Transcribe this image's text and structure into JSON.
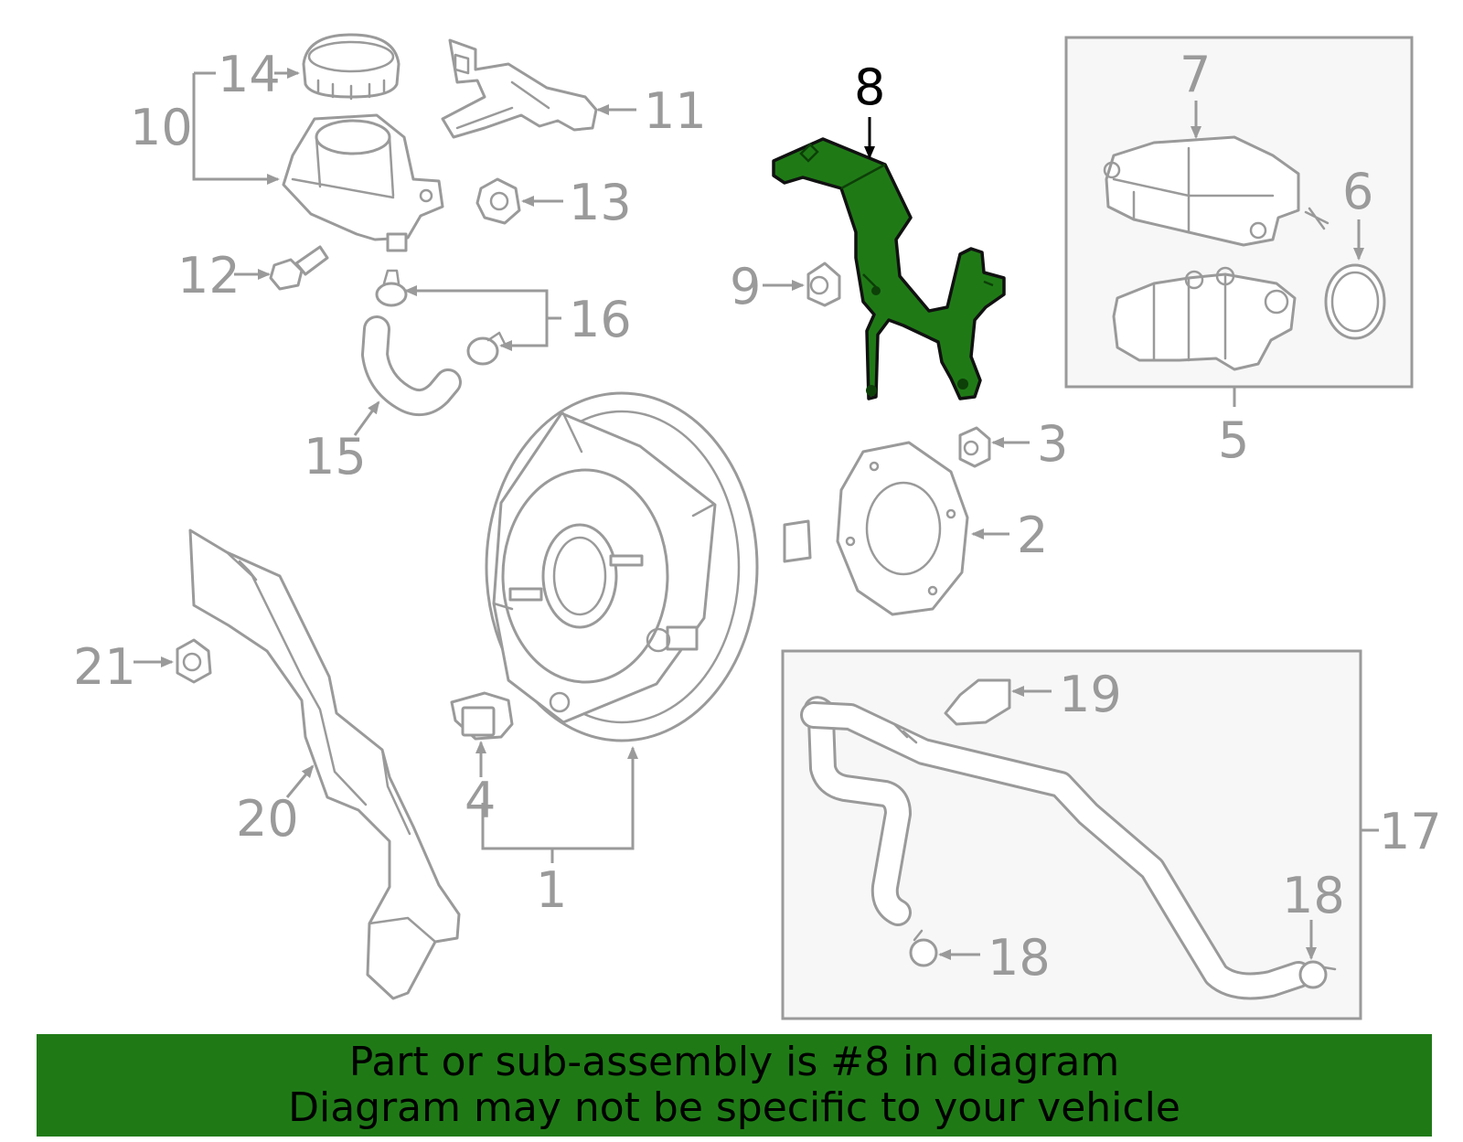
{
  "callouts": {
    "c1": "1",
    "c2": "2",
    "c3": "3",
    "c4": "4",
    "c5": "5",
    "c6": "6",
    "c7": "7",
    "c8": "8",
    "c9": "9",
    "c10": "10",
    "c11": "11",
    "c12": "12",
    "c13": "13",
    "c14": "14",
    "c15": "15",
    "c16": "16",
    "c17": "17",
    "c18a": "18",
    "c18b": "18",
    "c19": "19",
    "c20": "20",
    "c21": "21"
  },
  "highlight": {
    "part": "8",
    "color": "#1f7a16"
  },
  "banner": {
    "line1": "Part or sub-assembly is #8 in diagram",
    "line2": "Diagram may not be specific to your vehicle",
    "background": "#1f7a16"
  }
}
